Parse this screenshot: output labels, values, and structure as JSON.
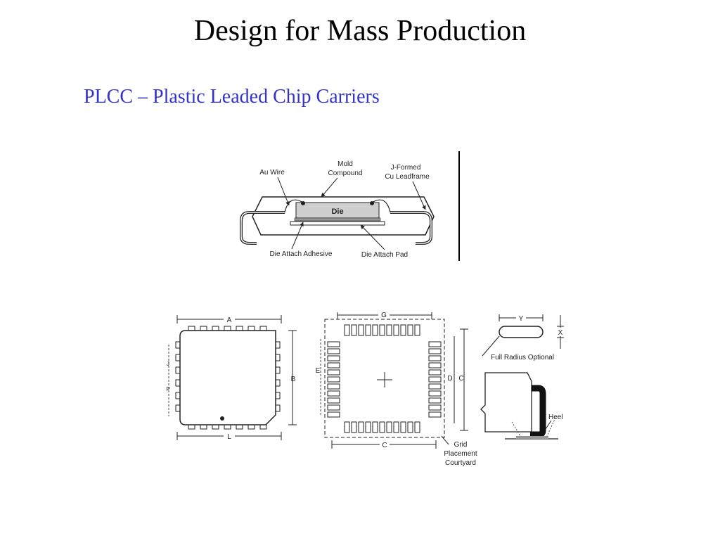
{
  "slide": {
    "title": "Design for Mass Production",
    "subtitle": "PLCC – Plastic Leaded Chip Carriers"
  },
  "cross_section": {
    "au_wire": "Au Wire",
    "mold_line1": "Mold",
    "mold_line2": "Compound",
    "lead_line1": "J-Formed",
    "lead_line2": "Cu Leadframe",
    "die": "Die",
    "adhesive": "Die Attach Adhesive",
    "pad": "Die Attach Pad"
  },
  "package_top": {
    "a": "A",
    "b": "B",
    "l": "L",
    "p": "P",
    "j": "J"
  },
  "footprint": {
    "g": "G",
    "e": "E",
    "d": "D",
    "c": "C",
    "grid_line1": "Grid",
    "grid_line2": "Placement",
    "grid_line3": "Courtyard"
  },
  "lead_detail": {
    "y": "Y",
    "x": "X",
    "full_radius": "Full Radius Optional",
    "heel": "Heel"
  }
}
